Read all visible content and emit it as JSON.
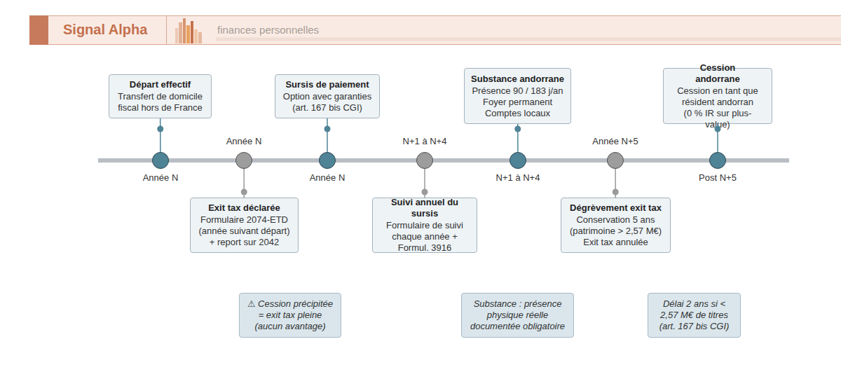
{
  "diagram": {
    "title": "Signal Alpha",
    "nodes": [
      {
        "text": [
          "Départ effectif",
          "Transfert de domicile fiscal hors de France"
        ]
      },
      {
        "text": [
          "Année N"
        ]
      },
      {
        "text": [
          "Année N"
        ]
      },
      {
        "text": [
          "Exit tax déclarée",
          "Formulaire 2074-ETD (année suivant départ) + report sur 2042"
        ]
      },
      {
        "text": [
          "Sursis de paiement",
          "Option avec garanties (art. 167 bis CGI)"
        ]
      },
      {
        "text": [
          "Année N"
        ]
      },
      {
        "text": [
          "N+1 à N+4"
        ]
      },
      {
        "text": [
          "Suivi annuel du sursis",
          "Formulaire de suivi chaque année + Formul. 3916"
        ]
      },
      {
        "text": [
          "Substance andorrane",
          "Présence 90 / 183 j/an Foyer permanent Comptes locaux"
        ]
      },
      {
        "text": [
          "N+1 à N+4"
        ]
      },
      {
        "text": [
          "Année N+5"
        ]
      },
      {
        "text": [
          "Dégrèvement exit tax",
          "Conservation 5 ans (patrimoine > 2,57 M€) Exit tax annulée"
        ]
      },
      {
        "text": [
          "Cession andorrane",
          "Cession en tant que résident andorran (0 % IR sur plus-value)"
        ]
      },
      {
        "text": [
          "Post N+5"
        ]
      },
      {
        "text": [
          "⚠ Cession précipitée = exit tax pleine (aucun avantage)"
        ]
      },
      {
        "text": [
          "Substance : présence physique réelle documentée obligatoire"
        ]
      },
      {
        "text": [
          "Délai 2 ans si < 2,57 M€ de titres (art. 167 bis CGI)"
        ]
      }
    ],
    "edges": [
      {
        "from": 1,
        "to": 0,
        "arrow": "none"
      },
      {
        "from": 2,
        "to": 3,
        "arrow": "none"
      },
      {
        "from": 5,
        "to": 4,
        "arrow": "none"
      },
      {
        "from": 6,
        "to": 7,
        "arrow": "none"
      },
      {
        "from": 9,
        "to": 8,
        "arrow": "none"
      },
      {
        "from": 10,
        "to": 11,
        "arrow": "none"
      },
      {
        "from": 13,
        "to": 12,
        "arrow": "none"
      }
    ],
    "labels": [
      "finances personnelles"
    ]
  }
}
